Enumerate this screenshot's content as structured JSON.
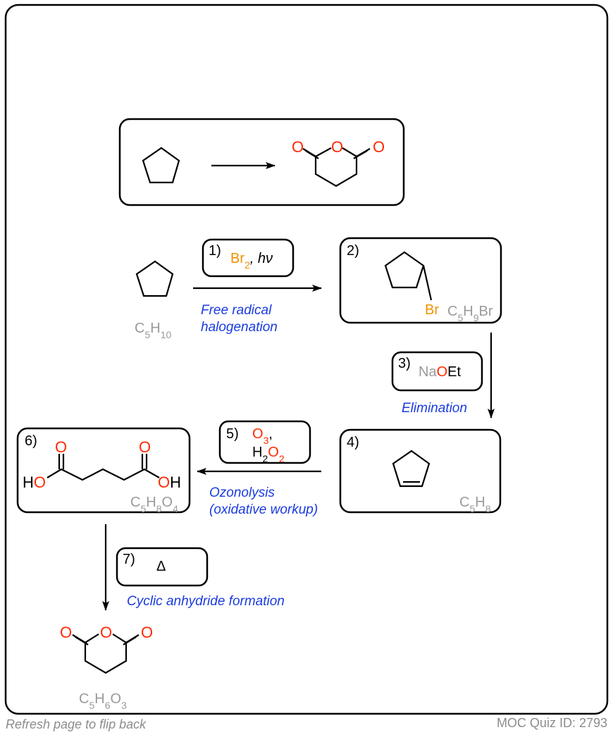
{
  "target": {
    "anhydride_atoms": [
      "O",
      "O",
      "O"
    ]
  },
  "steps": [
    {
      "number": "1)",
      "reagent_pre": "Br",
      "reagent_sub": "2",
      "reagent_post": ", hν",
      "caption": [
        "Free radical",
        "halogenation"
      ]
    },
    {
      "number": "2)"
    },
    {
      "number": "3)",
      "reagent_parts": [
        "Na",
        "O",
        "Et"
      ],
      "caption": [
        "Elimination"
      ]
    },
    {
      "number": "4)"
    },
    {
      "number": "5)",
      "line1_main": "O",
      "line1_sub": "3",
      "line1_post": ",",
      "line2_a": "H",
      "line2_sub1": "2",
      "line2_b": "O",
      "line2_sub2": "2",
      "caption": [
        "Ozonolysis",
        "(oxidative workup)"
      ]
    },
    {
      "number": "6)"
    },
    {
      "number": "7)",
      "reagent": "Δ",
      "caption": [
        "Cyclic anhydride formation"
      ]
    }
  ],
  "compounds": {
    "cyclopentane": {
      "formula": [
        "C",
        "5",
        "H",
        "10"
      ]
    },
    "bromocyclopentane": {
      "substituent": "Br",
      "formula": [
        "C",
        "5",
        "H",
        "9",
        "Br"
      ]
    },
    "cyclopentene": {
      "formula": [
        "C",
        "5",
        "H",
        "8"
      ]
    },
    "glutaric_acid": {
      "labels": [
        "O",
        "O",
        "H",
        "O",
        "O",
        "H"
      ],
      "formula": [
        "C",
        "5",
        "H",
        "8",
        "O",
        "4"
      ]
    },
    "glutaric_anhydride": {
      "formula": [
        "C",
        "5",
        "H",
        "6",
        "O",
        "3"
      ]
    }
  },
  "footer": {
    "left": "Refresh page to flip back",
    "right": "MOC Quiz ID: 2793"
  },
  "colors": {
    "oxygen": "#ff2a00",
    "bromine": "#f39200",
    "caption": "#1a3be0",
    "formula": "#9a9a9a"
  }
}
